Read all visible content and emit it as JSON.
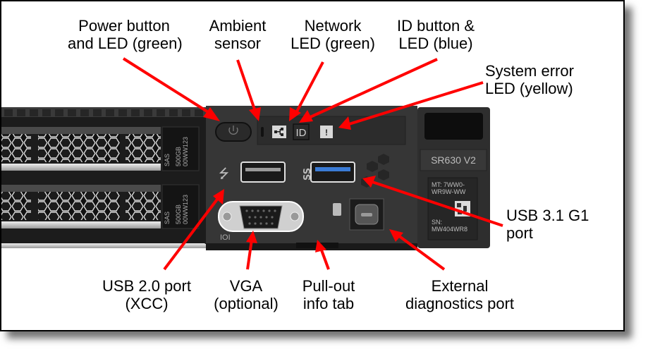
{
  "title": "Lenovo ThinkSystem SR630 V2 front operator panel",
  "callouts": {
    "power": [
      "Power button",
      "and LED (green)"
    ],
    "ambient": [
      "Ambient",
      "sensor"
    ],
    "network": [
      "Network",
      "LED (green)"
    ],
    "id": [
      "ID button &",
      "LED (blue)"
    ],
    "error": [
      "System error",
      "LED (yellow)"
    ],
    "usb31": [
      "USB 3.1 G1",
      "port"
    ],
    "usb20": [
      "USB 2.0 port",
      "(XCC)"
    ],
    "vga": [
      "VGA",
      "(optional)"
    ],
    "pullout": [
      "Pull-out",
      "info tab"
    ],
    "diag": [
      "External",
      "diagnostics port"
    ]
  },
  "drives": [
    {
      "type": "SAS",
      "capacity": "500GB",
      "part": "00WW123"
    },
    {
      "type": "SAS",
      "capacity": "500GB",
      "part": "00WW123"
    }
  ],
  "ear_label": {
    "model": "SR630 V2",
    "mt_line1": "MT: 7WW0-",
    "mt_line2": "WR9W-WW",
    "sn_label": "SN:",
    "sn_value": "MW404WR8"
  },
  "panel_glyphs": {
    "id_text": "ID",
    "error_text": "!",
    "vga_glyph": "IOI"
  },
  "colors": {
    "arrow": "#ff0000",
    "chassis": "#2f2f2f",
    "panel": "#3a3a3a",
    "usb3_blue": "#3a7bd5"
  }
}
